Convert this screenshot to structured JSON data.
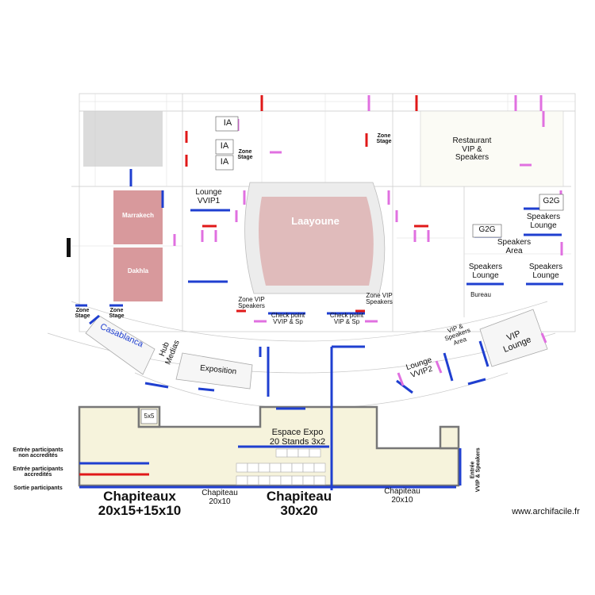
{
  "venue_halls": {
    "laayoune": "Laayoune",
    "marrakech": "Marrakech",
    "dakhla": "Dakhla",
    "casablanca": "Casablanca"
  },
  "rooms": {
    "ia_1": "IA",
    "ia_2": "IA",
    "ia_3": "IA",
    "lounge_vvip1": "Lounge\nVVIP1",
    "lounge_vvip2": "Lounge\nVVIP2",
    "restaurant": "Restaurant\nVIP &\nSpeakers",
    "g2g_1": "G2G",
    "g2g_2": "G2G",
    "speakers_lounge_1": "Speakers\nLounge",
    "speakers_lounge_2": "Speakers\nLounge",
    "speakers_lounge_3": "Speakers\nLounge",
    "speakers_area": "Speakers\nArea",
    "bureau": "Bureau",
    "vip_speakers_area": "VIP &\nSpeakers\nArea",
    "vip_lounge": "VIP\nLounge",
    "hub_medias": "Hub\nMedias",
    "exposition": "Exposition"
  },
  "zones": {
    "zone_stage_top": "Zone\nStage",
    "zone_stage_mid": "Zone\nStage",
    "zone_stage_left_1": "Zone\nStage",
    "zone_stage_left_2": "Zone\nStage",
    "zone_vip_left": "Zone VIP\nSpeakers",
    "zone_vip_right": "Zone VIP\nSpeakers",
    "checkpoint_left": "Check point\nVVIP & Sp",
    "checkpoint_right": "Check point\nVIP & Sp"
  },
  "tents": {
    "chapiteaux_main": "Chapiteaux\n20x15+15x10",
    "chapiteau_20x10_left": "Chapiteau\n20x10",
    "chapiteau_30x20": "Chapiteau\n30x20",
    "chapiteau_20x10_right": "Chapiteau\n20x10",
    "box_5x5": "5x5",
    "espace_expo": "Espace Expo\n20 Stands 3x2"
  },
  "legend": {
    "entree_non_accreditees": "Entrée participants\nnon accredités",
    "entree_accreditees": "Entrée participants\naccredités",
    "sortie": "Sortie participants",
    "entree_vvip": "Entrée\nVVIP & Speakers"
  },
  "watermark": "www.archifacile.fr",
  "colors": {
    "entry_blue": "#1f3fd0",
    "exit_red": "#e01818",
    "checkpoint_pink": "#e070e0",
    "tent_fill": "#f6f3dc",
    "hall_red": "#b8464a"
  }
}
